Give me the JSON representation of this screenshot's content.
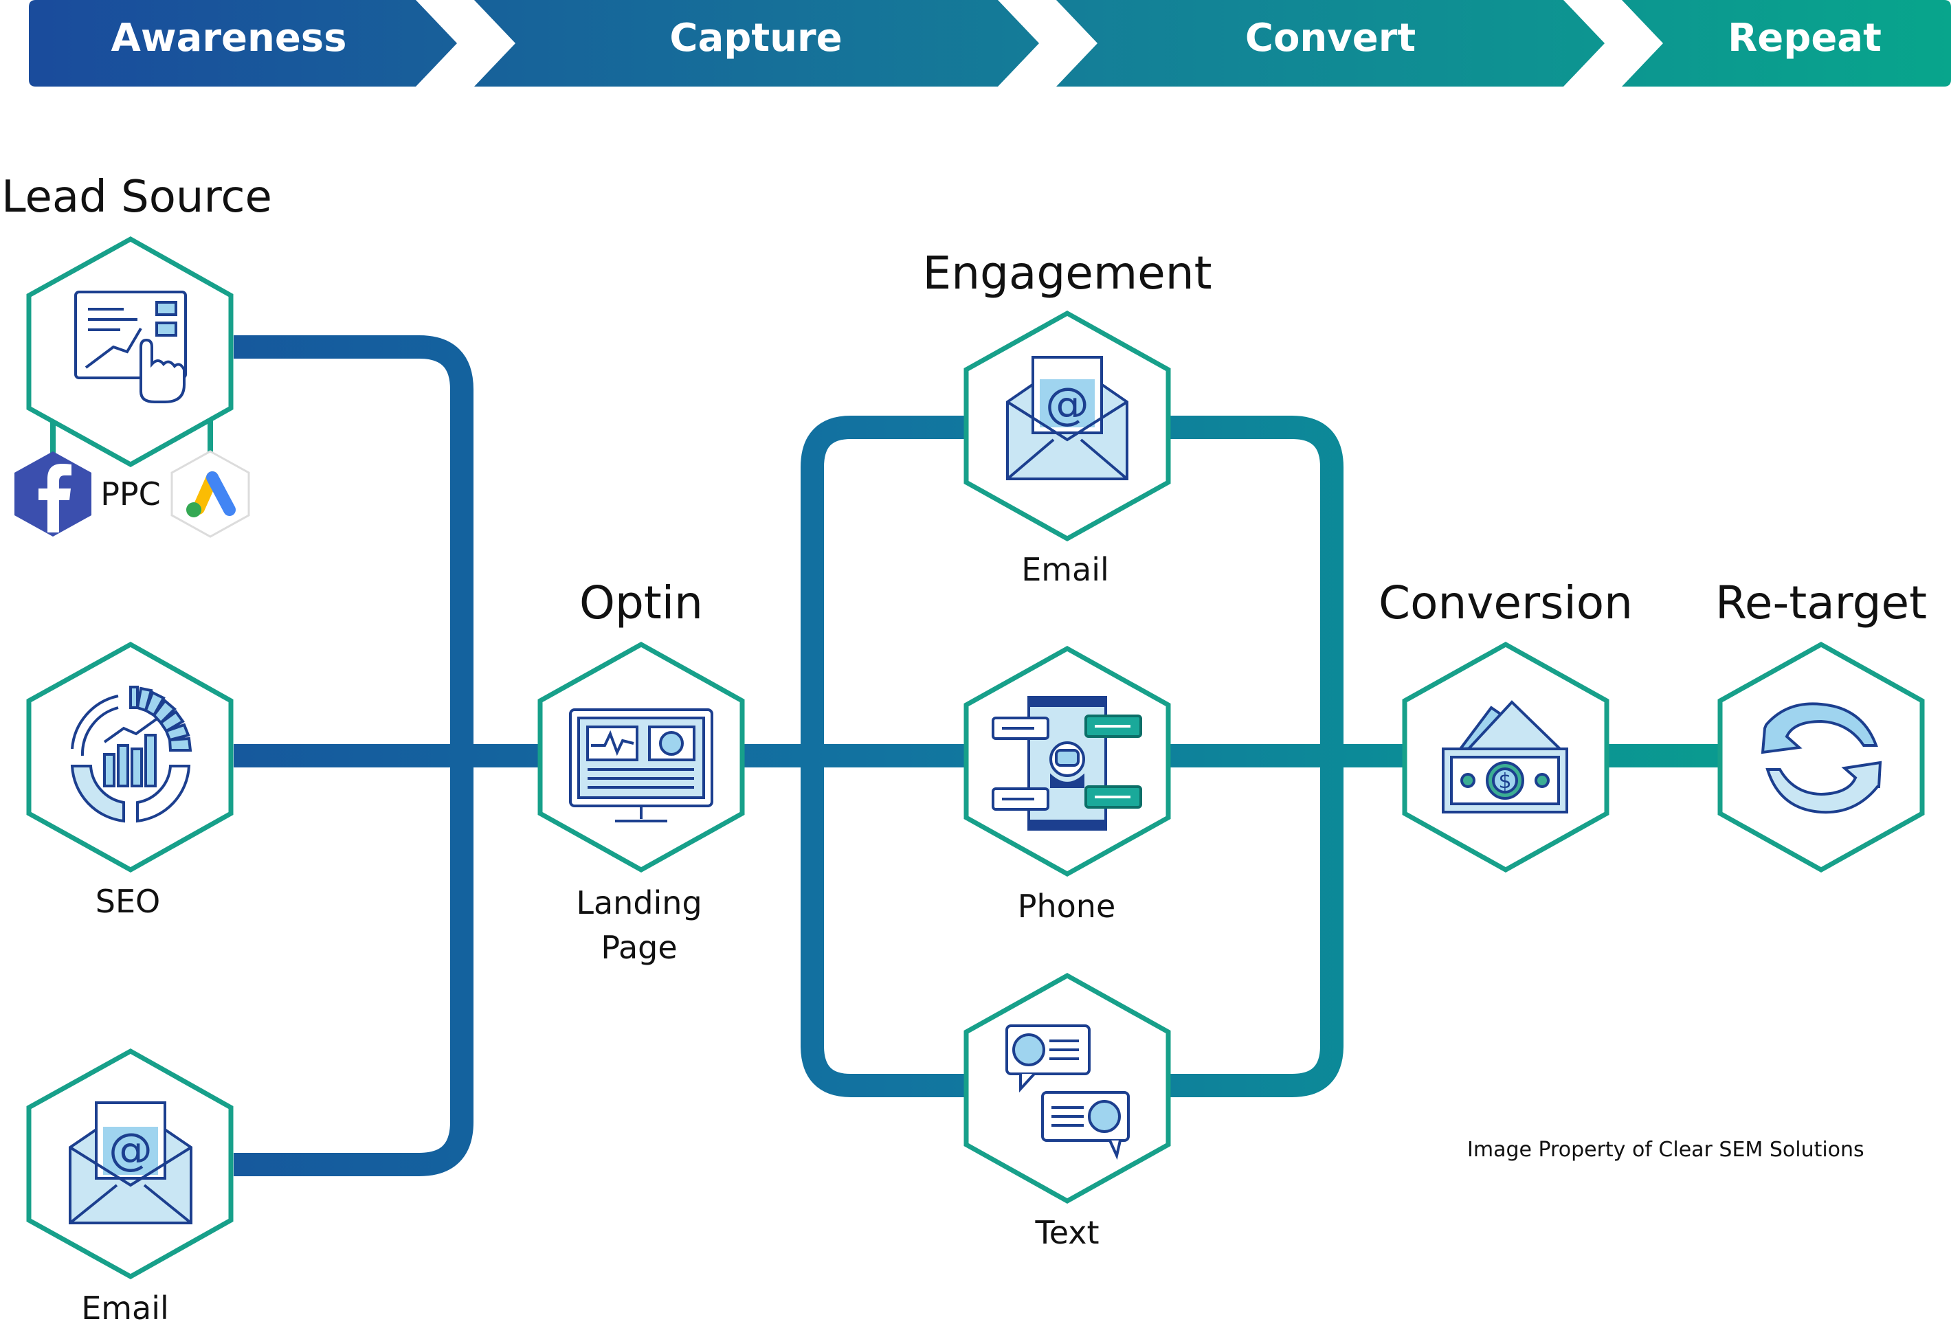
{
  "stages": [
    {
      "label": "Awareness"
    },
    {
      "label": "Capture"
    },
    {
      "label": "Convert"
    },
    {
      "label": "Repeat"
    }
  ],
  "headings": {
    "lead_source": "Lead Source",
    "optin": "Optin",
    "engagement": "Engagement",
    "conversion": "Conversion",
    "retarget": "Re-target"
  },
  "nodes": {
    "ppc": "PPC",
    "seo": "SEO",
    "lead_email": "Email",
    "landing_line1": "Landing",
    "landing_line2": "Page",
    "eng_email": "Email",
    "eng_phone": "Phone",
    "eng_text": "Text"
  },
  "credit": "Image Property of Clear SEM Solutions",
  "icons": {
    "ppc": "ppc-dashboard-icon",
    "facebook": "facebook-logo",
    "google_ads": "google-ads-logo",
    "seo": "seo-chart-icon",
    "email": "email-envelope-icon",
    "landing": "landing-page-monitor-icon",
    "phone": "phone-chatbot-icon",
    "text": "text-message-icon",
    "conversion": "money-icon",
    "retarget": "refresh-arrows-icon"
  },
  "colors": {
    "blue": "#17509d",
    "teal": "#0f7f92",
    "green": "#0da58c",
    "hex_border": "#17a08a",
    "icon_fill": "#c9e6f4",
    "icon_stroke": "#1c3f8f"
  }
}
